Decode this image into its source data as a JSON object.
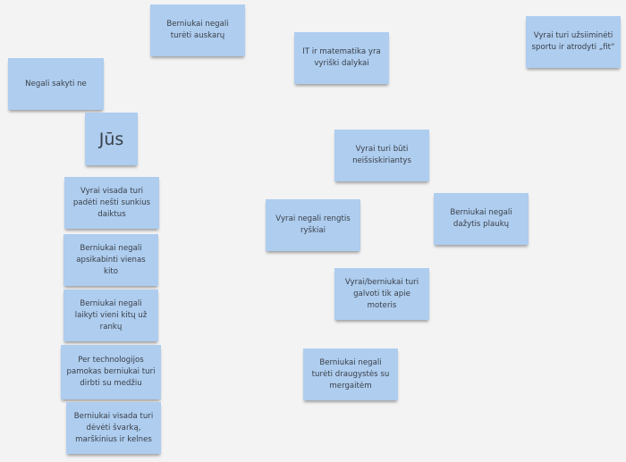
{
  "board": {
    "note_color": "#aecdef",
    "background": "#f3f3f3",
    "notes": [
      "Berniukai negali turėti auskarų",
      "Negali sakyti ne",
      "Jūs",
      "IT ir matematika yra vyriški dalykai",
      "Vyrai turi užsiiminėti sportu ir atrodyti „fit“",
      "Vyrai turi būti neišsiskiriantys",
      "Vyrai negali rengtis ryškiai",
      "Berniukai negali dažytis plaukų",
      "Vyrai/berniukai turi galvoti tik apie moteris",
      "Berniukai negali turėti draugystės su mergaitėm",
      "Vyrai visada turi padėti nešti sunkius daiktus",
      "Berniukai negali apsikabinti vienas kito",
      "Berniukai negali laikyti vieni kitų už rankų",
      "Per technologijos pamokas berniukai turi dirbti su medžiu",
      "Berniukai visada turi dėvėti švarką, marškinius ir kelnes"
    ]
  }
}
